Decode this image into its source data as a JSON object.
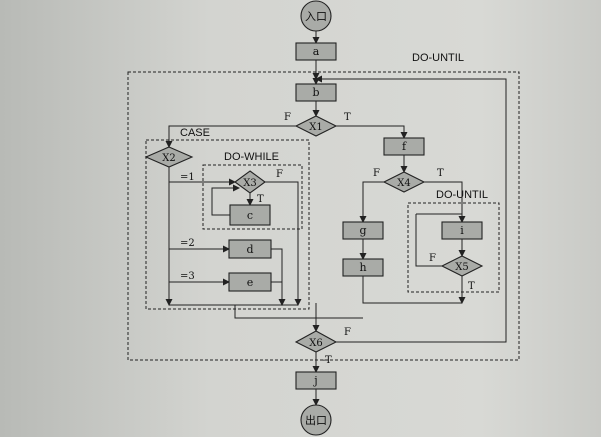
{
  "flowchart": {
    "entry": "入口",
    "exit": "出口",
    "process": {
      "a": "a",
      "b": "b",
      "c": "c",
      "d": "d",
      "e": "e",
      "f": "f",
      "g": "g",
      "h": "h",
      "i": "i",
      "j": "j"
    },
    "decision": {
      "x1": "X1",
      "x2": "X2",
      "x3": "X3",
      "x4": "X4",
      "x5": "X5",
      "x6": "X6"
    },
    "region": {
      "outer_do_until": "DO-UNTIL",
      "case": "CASE",
      "do_while": "DO-WHILE",
      "inner_do_until": "DO-UNTIL"
    },
    "edge_label": {
      "x1_false": "F",
      "x1_true": "T",
      "case_1": "=1",
      "case_2": "=2",
      "case_3": "=3",
      "x3_false": "F",
      "x3_true": "T",
      "x4_false": "F",
      "x4_true": "T",
      "x5_false": "F",
      "x5_true": "T",
      "x6_false": "F",
      "x6_true": "-T"
    }
  }
}
